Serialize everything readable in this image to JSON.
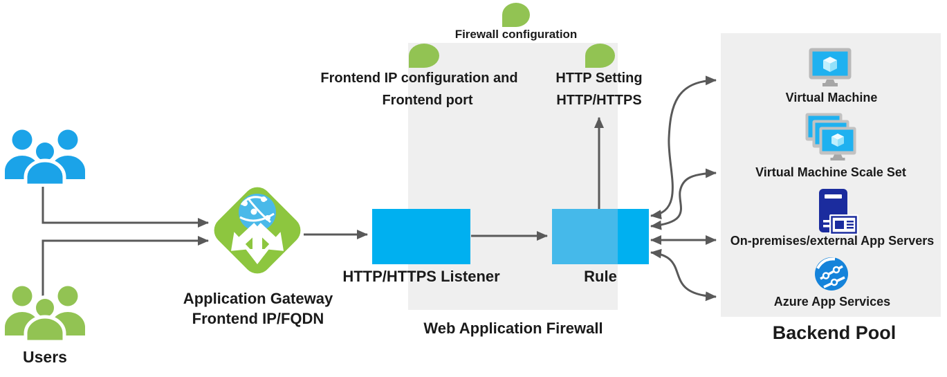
{
  "colors": {
    "arrow": "#595959",
    "panel_bg": "#EFEFEF",
    "box_blue": "#00B0F0",
    "box_blue_light": "#45B9EA",
    "users_blue": "#1BA3E8",
    "green": "#92C353",
    "gateway_green": "#8DC63F",
    "vm_screen": "#1FB1F0",
    "server_navy": "#1B2C9E",
    "appservice_blue": "#1583DA",
    "text": "#1A1A1A"
  },
  "diagram": {
    "users": {
      "label": "Users"
    },
    "gateway": {
      "label_line1": "Application Gateway",
      "label_line2": "Frontend IP/FQDN"
    },
    "listener": {
      "label": "HTTP/HTTPS Listener"
    },
    "rule": {
      "label": "Rule"
    },
    "waf": {
      "label": "Web Application Firewall"
    },
    "annotations": {
      "firewall": "Firewall configuration",
      "frontend_line1": "Frontend IP configuration and",
      "frontend_line2": "Frontend port",
      "http_setting_line1": "HTTP Setting",
      "http_setting_line2": "HTTP/HTTPS"
    },
    "backend_pool": {
      "label": "Backend Pool",
      "items": [
        {
          "label": "Virtual Machine",
          "icon": "virtual-machine-icon"
        },
        {
          "label": "Virtual Machine Scale Set",
          "icon": "virtual-machine-scale-set-icon"
        },
        {
          "label": "On-premises/external App Servers",
          "icon": "on-premises-server-icon"
        },
        {
          "label": "Azure App Services",
          "icon": "azure-app-services-icon"
        }
      ]
    }
  }
}
